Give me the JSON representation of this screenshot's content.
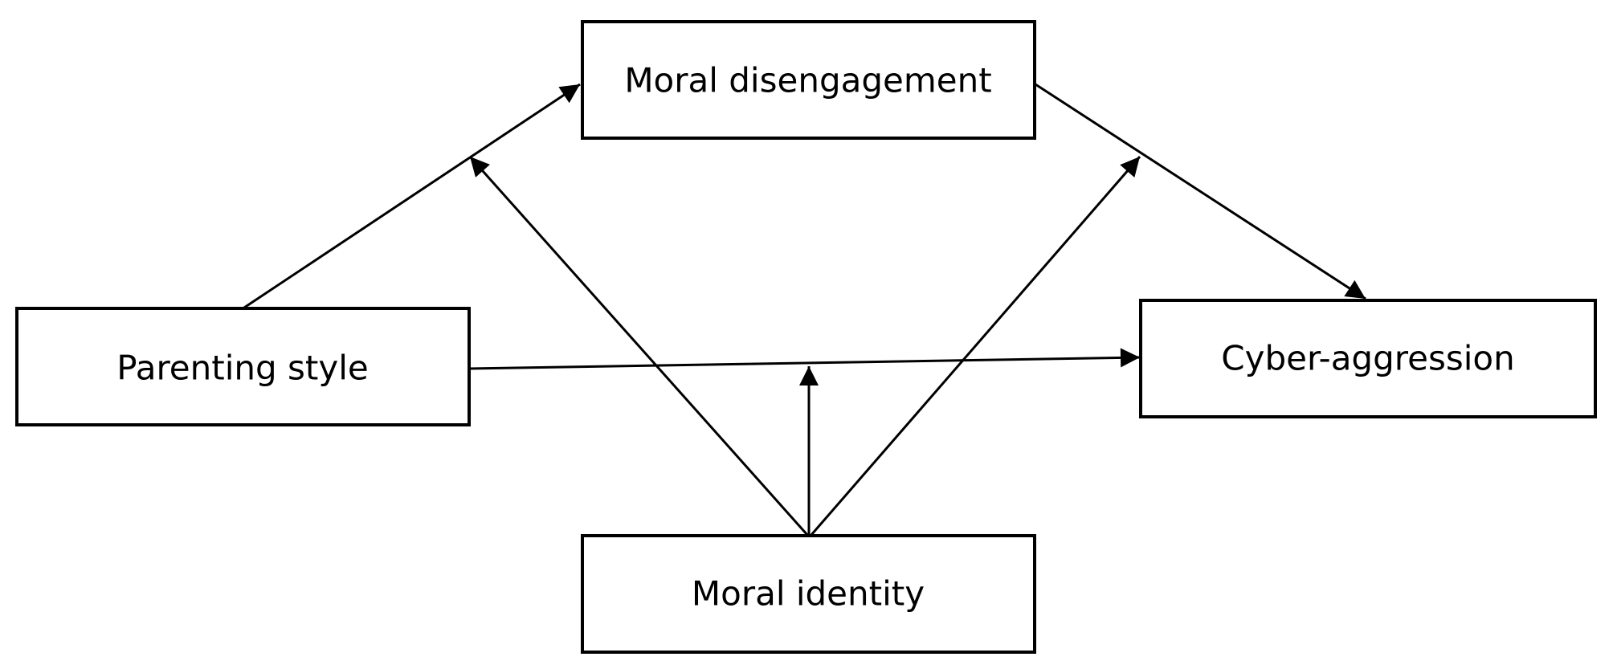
{
  "nodes": {
    "moral_disengagement": {
      "label": "Moral disengagement"
    },
    "parenting_style": {
      "label": "Parenting style"
    },
    "cyber_aggression": {
      "label": "Cyber-aggression"
    },
    "moral_identity": {
      "label": "Moral identity"
    }
  },
  "edges": [
    {
      "from": "Parenting style",
      "to": "Moral disengagement"
    },
    {
      "from": "Moral disengagement",
      "to": "Cyber-aggression"
    },
    {
      "from": "Parenting style",
      "to": "Cyber-aggression"
    },
    {
      "from": "Moral identity",
      "to": "Parenting style → Moral disengagement path"
    },
    {
      "from": "Moral identity",
      "to": "Moral disengagement → Cyber-aggression path"
    },
    {
      "from": "Moral identity",
      "to": "Parenting style → Cyber-aggression path"
    }
  ],
  "colors": {
    "stroke": "#000000",
    "background": "#ffffff"
  }
}
